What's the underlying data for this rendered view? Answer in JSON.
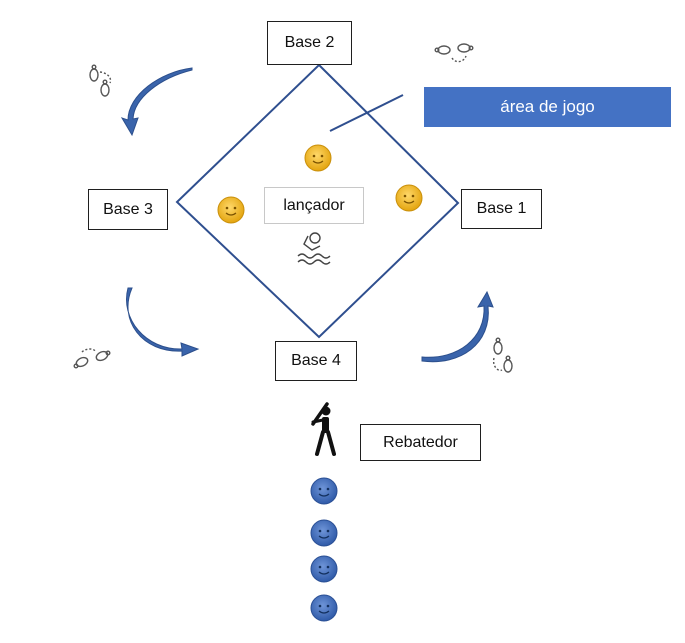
{
  "labels": {
    "base1": "Base 1",
    "base2": "Base 2",
    "base3": "Base 3",
    "base4": "Base 4",
    "pitcher": "lançador",
    "batter": "Rebatedor",
    "play_area": "área de jogo"
  },
  "icons": {
    "fielder": "smiley-face-icon",
    "waiting_batter": "smiley-face-icon",
    "batter": "batter-icon",
    "pitcher": "swimmer-icon",
    "footprints": "footprints-icon",
    "rotation": "curved-arrow-icon"
  },
  "colors": {
    "field_line": "#2f4f8f",
    "banner": "#4472c4",
    "fielder_face": "#f2b516",
    "waiting_face": "#4472c4",
    "arrow": "#3a64ab"
  }
}
